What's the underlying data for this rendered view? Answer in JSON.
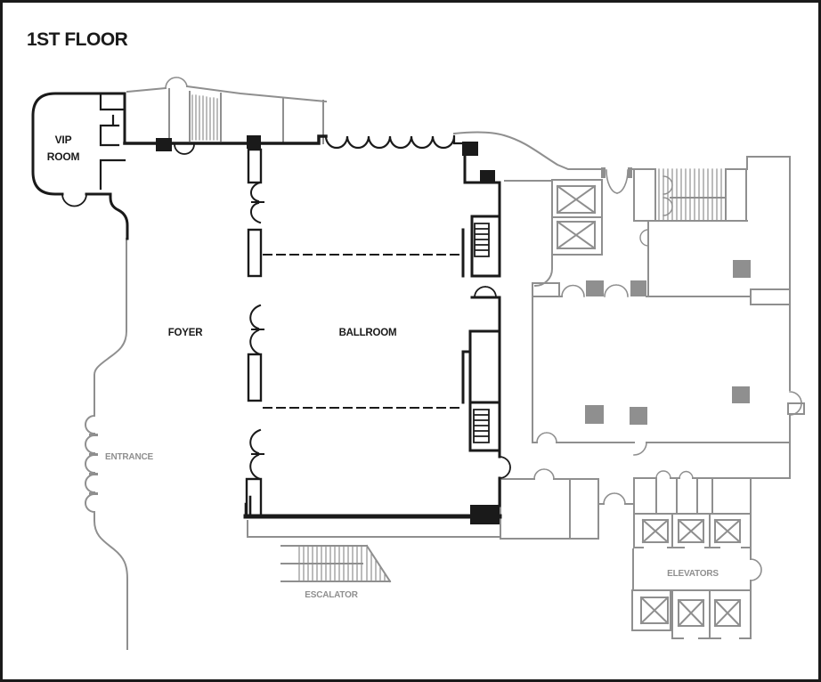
{
  "page": {
    "type": "hotel-floor-plan"
  },
  "title": "1ST FLOOR",
  "labels": {
    "vip_room_line1": "VIP",
    "vip_room_line2": "ROOM",
    "foyer": "FOYER",
    "ballroom": "BALLROOM",
    "entrance": "ENTRANCE",
    "escalator": "ESCALATOR",
    "elevators": "ELEVATORS"
  },
  "colors": {
    "primary_walls": "#1a1a1a",
    "secondary_walls": "#8f8f8f",
    "background": "#ffffff",
    "border": "#1a1a1a"
  }
}
